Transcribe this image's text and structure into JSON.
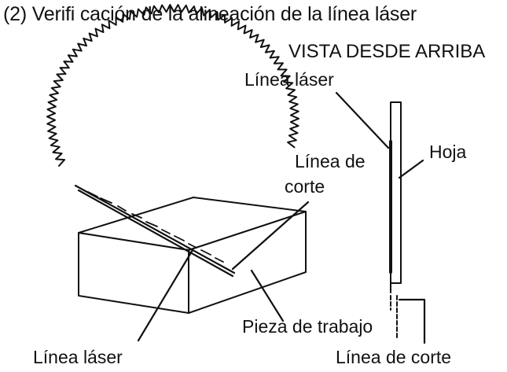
{
  "heading": "(2)  Verifi cación de la alineación de la línea láser",
  "view_title": "VISTA DESDE ARRIBA",
  "labels": {
    "laser_line_top": "Línea láser",
    "blade": "Hoja",
    "cut_line_line1": "Línea de",
    "cut_line_line2": "corte",
    "workpiece": "Pieza de trabajo",
    "laser_line_bottom": "Línea láser",
    "cut_line_bottom": "Línea de corte"
  }
}
